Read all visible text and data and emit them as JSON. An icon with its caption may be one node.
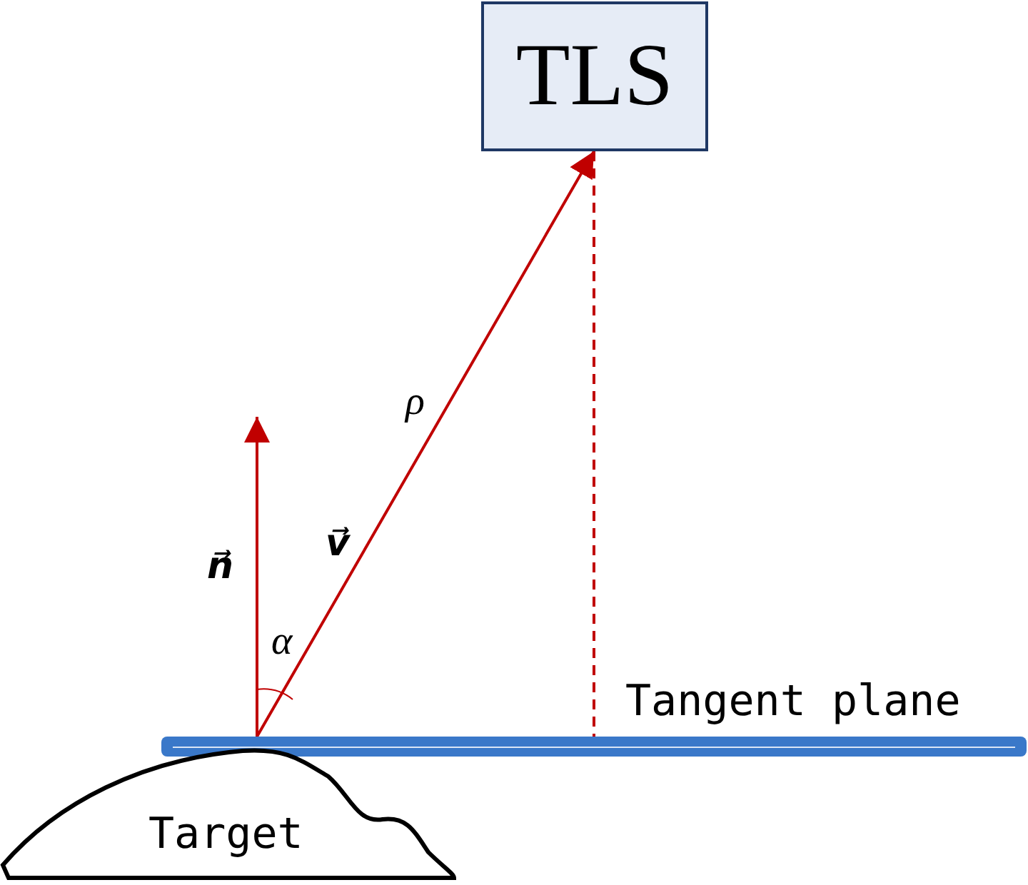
{
  "diagram": {
    "nodes": [
      {
        "text": [
          "TLS"
        ]
      },
      {
        "text": [],
        "shape": "bar",
        "beside": [
          "Tangent plane"
        ]
      },
      {
        "text": [
          "Target"
        ]
      }
    ],
    "edges": [
      {
        "from": 1,
        "to": 0,
        "arrow": "to",
        "label": "v⃗"
      },
      {
        "from": 1,
        "to": null,
        "arrow": "to",
        "label": "n⃗"
      },
      {
        "from": 0,
        "to": 1,
        "arrow": "none",
        "style": "dashed"
      }
    ],
    "labels": [
      "ρ",
      "α"
    ]
  }
}
